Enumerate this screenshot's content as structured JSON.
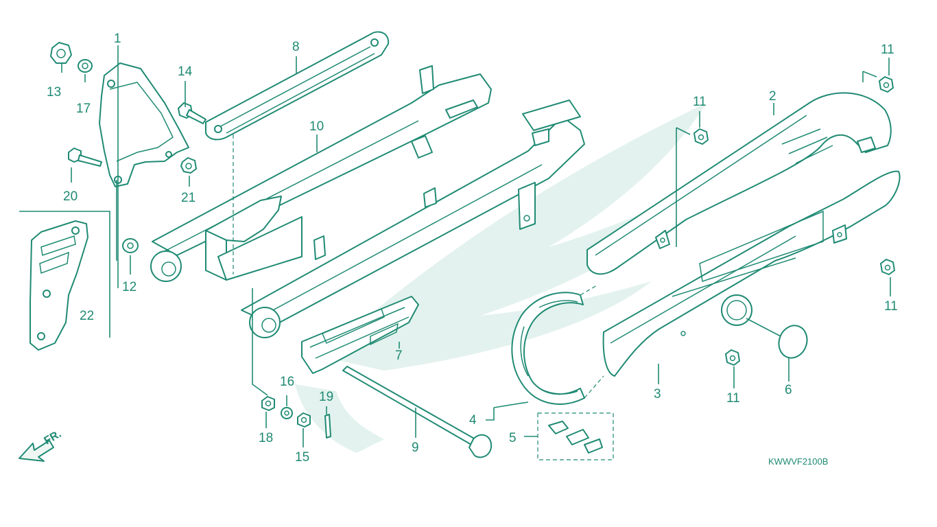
{
  "diagram_code": "KWWVF2100B",
  "direction_label": "FR.",
  "callouts": [
    {
      "id": "1",
      "label": "1"
    },
    {
      "id": "2",
      "label": "2"
    },
    {
      "id": "3",
      "label": "3"
    },
    {
      "id": "4",
      "label": "4"
    },
    {
      "id": "5",
      "label": "5"
    },
    {
      "id": "6",
      "label": "6"
    },
    {
      "id": "7",
      "label": "7"
    },
    {
      "id": "8",
      "label": "8"
    },
    {
      "id": "9",
      "label": "9"
    },
    {
      "id": "10",
      "label": "10"
    },
    {
      "id": "11a",
      "label": "11"
    },
    {
      "id": "11b",
      "label": "11"
    },
    {
      "id": "11c",
      "label": "11"
    },
    {
      "id": "11d",
      "label": "11"
    },
    {
      "id": "12",
      "label": "12"
    },
    {
      "id": "13",
      "label": "13"
    },
    {
      "id": "14",
      "label": "14"
    },
    {
      "id": "15",
      "label": "15"
    },
    {
      "id": "16",
      "label": "16"
    },
    {
      "id": "17",
      "label": "17"
    },
    {
      "id": "18",
      "label": "18"
    },
    {
      "id": "19",
      "label": "19"
    },
    {
      "id": "20",
      "label": "20"
    },
    {
      "id": "21",
      "label": "21"
    },
    {
      "id": "22",
      "label": "22"
    }
  ],
  "colors": {
    "line": "#1f8a73",
    "background": "#ffffff",
    "watermark": "#e3f2ee"
  }
}
